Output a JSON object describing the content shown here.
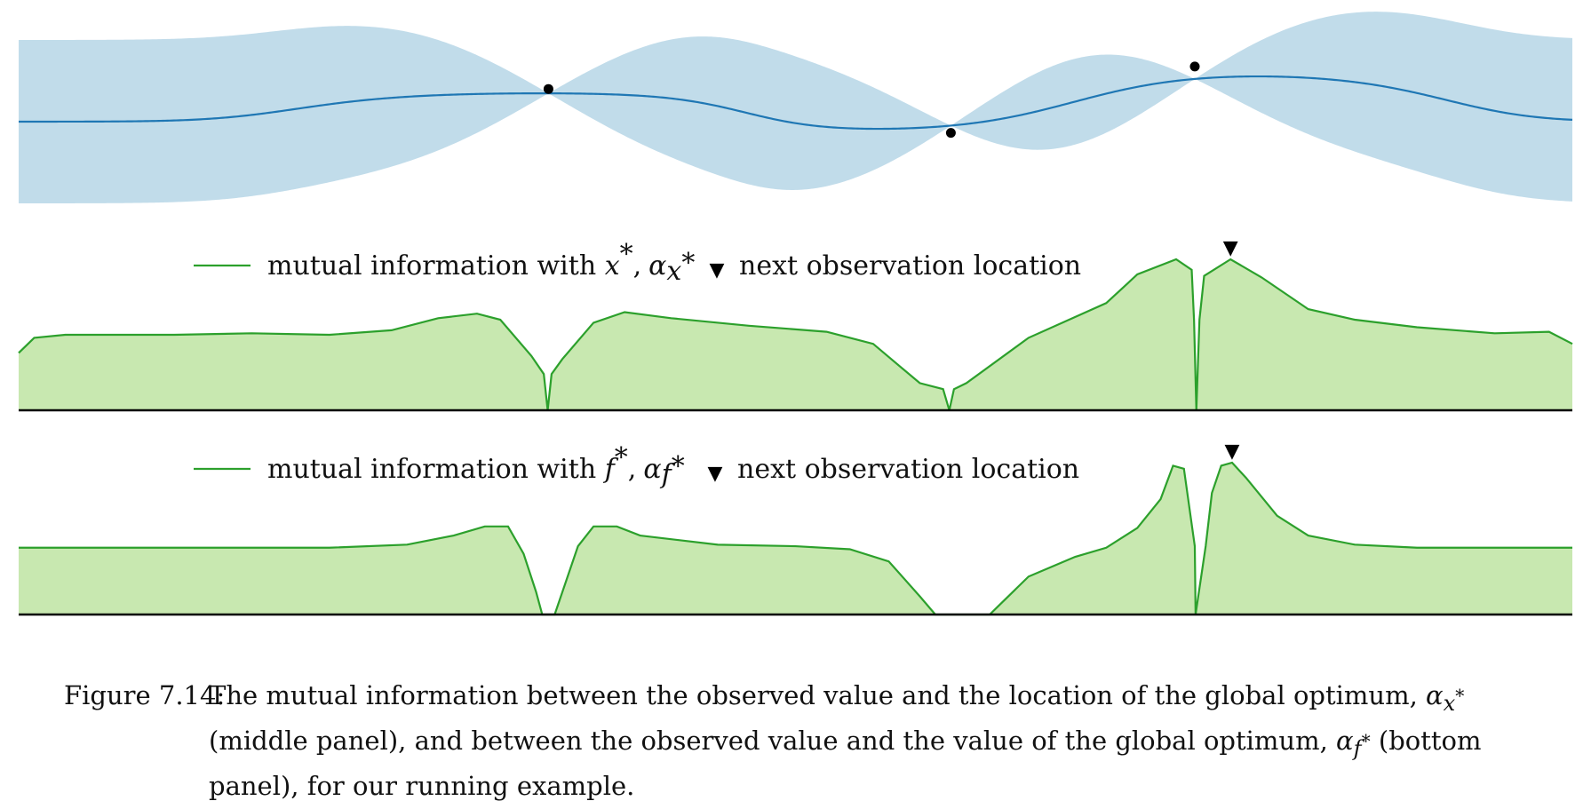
{
  "colors": {
    "gp_band": "#c1dcea",
    "gp_mean": "#1f77b4",
    "acq_line": "#2ca02c",
    "acq_fill": "#c8e8b0",
    "marker": "#000000",
    "axis": "#000000"
  },
  "chart_data": [
    {
      "type": "area",
      "panel": "top",
      "x_range": [
        0,
        1
      ],
      "observations": [
        {
          "x": 0.341,
          "y": 0.32
        },
        {
          "x": 0.6,
          "y": -0.11
        },
        {
          "x": 0.757,
          "y": 0.54
        }
      ],
      "prior_mean": 0.0,
      "prior_band": [
        -0.8,
        0.8
      ]
    },
    {
      "type": "area",
      "panel": "middle",
      "legend": {
        "series_label": "mutual information with ",
        "series_symbol": "x",
        "series_symbol_sup": "*",
        "separator": ",",
        "alpha_symbol": "α",
        "alpha_sub_base": "x",
        "alpha_sub_sup": "*",
        "marker_label": "next observation location"
      },
      "marker_glyph": "▼",
      "next_observation_x": 0.78,
      "series": [
        {
          "name": "mutual information with x*, αx*",
          "points": [
            [
              0,
              0.38
            ],
            [
              0.01,
              0.48
            ],
            [
              0.03,
              0.5
            ],
            [
              0.1,
              0.5
            ],
            [
              0.15,
              0.51
            ],
            [
              0.2,
              0.5
            ],
            [
              0.24,
              0.53
            ],
            [
              0.27,
              0.61
            ],
            [
              0.295,
              0.64
            ],
            [
              0.31,
              0.6
            ],
            [
              0.33,
              0.36
            ],
            [
              0.338,
              0.24
            ],
            [
              0.3405,
              0.0
            ],
            [
              0.343,
              0.24
            ],
            [
              0.35,
              0.34
            ],
            [
              0.37,
              0.58
            ],
            [
              0.39,
              0.65
            ],
            [
              0.42,
              0.61
            ],
            [
              0.47,
              0.56
            ],
            [
              0.52,
              0.52
            ],
            [
              0.55,
              0.44
            ],
            [
              0.58,
              0.18
            ],
            [
              0.595,
              0.14
            ],
            [
              0.599,
              0.0
            ],
            [
              0.602,
              0.14
            ],
            [
              0.61,
              0.18
            ],
            [
              0.65,
              0.48
            ],
            [
              0.7,
              0.71
            ],
            [
              0.72,
              0.9
            ],
            [
              0.745,
              1.0
            ],
            [
              0.755,
              0.93
            ],
            [
              0.7565,
              0.6
            ],
            [
              0.758,
              0.0
            ],
            [
              0.76,
              0.6
            ],
            [
              0.763,
              0.89
            ],
            [
              0.78,
              1.0
            ],
            [
              0.8,
              0.88
            ],
            [
              0.83,
              0.67
            ],
            [
              0.86,
              0.6
            ],
            [
              0.9,
              0.55
            ],
            [
              0.95,
              0.51
            ],
            [
              0.985,
              0.52
            ],
            [
              1.0,
              0.44
            ]
          ]
        }
      ]
    },
    {
      "type": "area",
      "panel": "bottom",
      "legend": {
        "series_label": "mutual information with ",
        "series_symbol": "f",
        "series_symbol_sup": "*",
        "separator": ",",
        "alpha_symbol": "α",
        "alpha_sub_base": "f",
        "alpha_sub_sup": "*",
        "marker_label": "next observation location"
      },
      "marker_glyph": "▼",
      "next_observation_x": 0.781,
      "series": [
        {
          "name": "mutual information with f*, αf*",
          "points": [
            [
              0,
              0.44
            ],
            [
              0.1,
              0.44
            ],
            [
              0.2,
              0.44
            ],
            [
              0.25,
              0.46
            ],
            [
              0.28,
              0.52
            ],
            [
              0.3,
              0.58
            ],
            [
              0.315,
              0.58
            ],
            [
              0.325,
              0.4
            ],
            [
              0.333,
              0.15
            ],
            [
              0.337,
              0.0
            ],
            [
              0.345,
              0.0
            ],
            [
              0.35,
              0.15
            ],
            [
              0.36,
              0.45
            ],
            [
              0.37,
              0.58
            ],
            [
              0.385,
              0.58
            ],
            [
              0.4,
              0.52
            ],
            [
              0.45,
              0.46
            ],
            [
              0.5,
              0.45
            ],
            [
              0.535,
              0.43
            ],
            [
              0.56,
              0.35
            ],
            [
              0.58,
              0.12
            ],
            [
              0.59,
              0.0
            ],
            [
              0.625,
              0.0
            ],
            [
              0.63,
              0.05
            ],
            [
              0.65,
              0.25
            ],
            [
              0.68,
              0.38
            ],
            [
              0.7,
              0.44
            ],
            [
              0.72,
              0.57
            ],
            [
              0.735,
              0.76
            ],
            [
              0.743,
              0.98
            ],
            [
              0.75,
              0.96
            ],
            [
              0.757,
              0.45
            ],
            [
              0.7575,
              0.0
            ],
            [
              0.764,
              0.45
            ],
            [
              0.768,
              0.8
            ],
            [
              0.774,
              0.98
            ],
            [
              0.781,
              1.0
            ],
            [
              0.79,
              0.9
            ],
            [
              0.81,
              0.65
            ],
            [
              0.83,
              0.52
            ],
            [
              0.86,
              0.46
            ],
            [
              0.9,
              0.44
            ],
            [
              1.0,
              0.44
            ]
          ]
        }
      ]
    }
  ],
  "caption": {
    "number": "Figure 7.14:",
    "part1": "The mutual information between the observed value and the location of the global optimum, ",
    "alpha1": "α",
    "sub1_base": "x",
    "sub1_sup": "*",
    "part2": " (middle panel), and between the observed value and the value of the global optimum, ",
    "alpha2": "α",
    "sub2_base": "f",
    "sub2_sup": "*",
    "part3": " (bottom panel), for our running example."
  }
}
